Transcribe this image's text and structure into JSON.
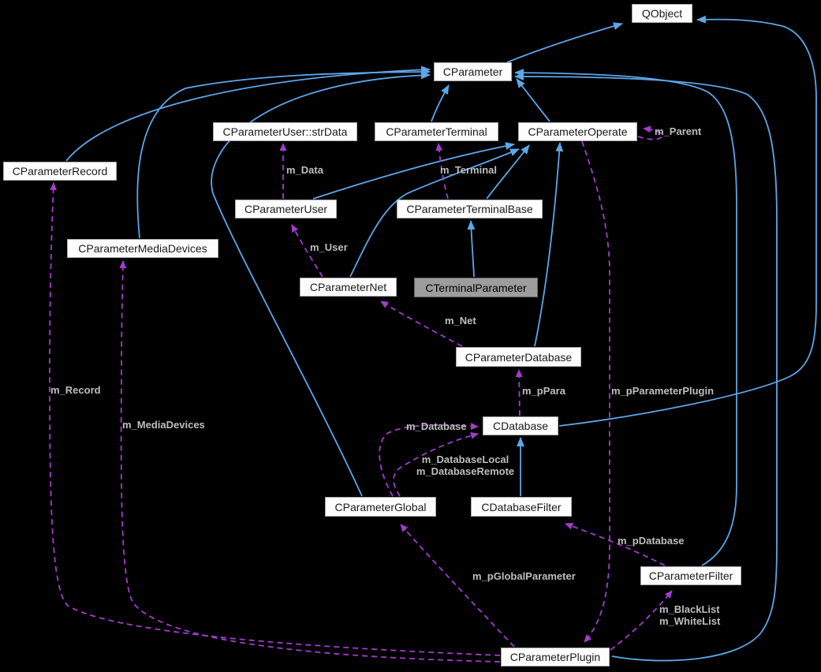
{
  "diagram": {
    "type": "class-collaboration-graph",
    "focus_node": "CTerminalParameter",
    "colors": {
      "background": "#000000",
      "node_fill": "#fdfdfd",
      "node_border": "#a9a9a9",
      "node_text": "#1a1a1a",
      "focus_fill": "#9d9d9d",
      "focus_border": "#646464",
      "inheritance_edge": "#5ca6e9",
      "usage_edge": "#a23ccb",
      "edge_label_text": "#bebebe"
    },
    "nodes": {
      "qobject": {
        "label": "QObject"
      },
      "cparameter": {
        "label": "CParameter"
      },
      "strdata": {
        "label": "CParameterUser::strData"
      },
      "cparameterterminal": {
        "label": "CParameterTerminal"
      },
      "cparameteroperate": {
        "label": "CParameterOperate"
      },
      "cparameterrecord": {
        "label": "CParameterRecord"
      },
      "cparameteruser": {
        "label": "CParameterUser"
      },
      "cparameterterminalbase": {
        "label": "CParameterTerminalBase"
      },
      "cparametermediadevices": {
        "label": "CParameterMediaDevices"
      },
      "cparameternet": {
        "label": "CParameterNet"
      },
      "cterminalparameter": {
        "label": "CTerminalParameter",
        "highlighted": true
      },
      "cparameterdatabase": {
        "label": "CParameterDatabase"
      },
      "cdatabase": {
        "label": "CDatabase"
      },
      "cparameterglobal": {
        "label": "CParameterGlobal"
      },
      "cdatabasefilter": {
        "label": "CDatabaseFilter"
      },
      "cparameterfilter": {
        "label": "CParameterFilter"
      },
      "cparameterplugin": {
        "label": "CParameterPlugin"
      }
    },
    "edge_labels": {
      "m_parent": "m_Parent",
      "m_data": "m_Data",
      "m_terminal": "m_Terminal",
      "m_user": "m_User",
      "m_net": "m_Net",
      "m_record": "m_Record",
      "m_mediadevices": "m_MediaDevices",
      "m_ppara": "m_pPara",
      "m_pparameterplugin": "m_pParameterPlugin",
      "m_database": "m_Database",
      "m_databaselocal": "m_DatabaseLocal",
      "m_databaseremote": "m_DatabaseRemote",
      "m_pdatabase": "m_pDatabase",
      "m_pglobalparameter": "m_pGlobalParameter",
      "m_blacklist": "m_BlackList",
      "m_whitelist": "m_WhiteList"
    },
    "edges": [
      {
        "from": "CParameter",
        "to": "QObject",
        "style": "inheritance"
      },
      {
        "from": "CDatabase",
        "to": "QObject",
        "style": "inheritance"
      },
      {
        "from": "CParameterRecord",
        "to": "CParameter",
        "style": "inheritance"
      },
      {
        "from": "CParameterMediaDevices",
        "to": "CParameter",
        "style": "inheritance"
      },
      {
        "from": "CParameterGlobal",
        "to": "CParameter",
        "style": "inheritance"
      },
      {
        "from": "CParameterTerminal",
        "to": "CParameter",
        "style": "inheritance"
      },
      {
        "from": "CParameterOperate",
        "to": "CParameter",
        "style": "inheritance"
      },
      {
        "from": "CParameterFilter",
        "to": "CParameter",
        "style": "inheritance"
      },
      {
        "from": "CParameterPlugin",
        "to": "CParameter",
        "style": "inheritance"
      },
      {
        "from": "CParameterUser",
        "to": "CParameterOperate",
        "style": "inheritance"
      },
      {
        "from": "CParameterNet",
        "to": "CParameterOperate",
        "style": "inheritance"
      },
      {
        "from": "CParameterTerminalBase",
        "to": "CParameterOperate",
        "style": "inheritance"
      },
      {
        "from": "CParameterDatabase",
        "to": "CParameterOperate",
        "style": "inheritance"
      },
      {
        "from": "CTerminalParameter",
        "to": "CParameterTerminalBase",
        "style": "inheritance"
      },
      {
        "from": "CDatabaseFilter",
        "to": "CDatabase",
        "style": "inheritance"
      },
      {
        "from": "CParameterUser",
        "to": "CParameterUser::strData",
        "style": "usage",
        "label": "m_Data"
      },
      {
        "from": "CParameterTerminalBase",
        "to": "CParameterTerminal",
        "style": "usage",
        "label": "m_Terminal"
      },
      {
        "from": "CParameterOperate",
        "to": "CParameterOperate",
        "style": "usage",
        "label": "m_Parent"
      },
      {
        "from": "CParameterNet",
        "to": "CParameterUser",
        "style": "usage",
        "label": "m_User"
      },
      {
        "from": "CParameterDatabase",
        "to": "CParameterNet",
        "style": "usage",
        "label": "m_Net"
      },
      {
        "from": "CDatabase",
        "to": "CParameterDatabase",
        "style": "usage",
        "label": "m_pPara"
      },
      {
        "from": "CParameterOperate",
        "to": "CParameterPlugin",
        "style": "usage",
        "label": "m_pParameterPlugin"
      },
      {
        "from": "CParameterGlobal",
        "to": "CDatabase",
        "style": "usage",
        "label": "m_Database"
      },
      {
        "from": "CParameterGlobal",
        "to": "CDatabase",
        "style": "usage",
        "label": "m_DatabaseLocal\nm_DatabaseRemote"
      },
      {
        "from": "CParameterPlugin",
        "to": "CParameterGlobal",
        "style": "usage",
        "label": "m_pGlobalParameter"
      },
      {
        "from": "CParameterPlugin",
        "to": "CParameterRecord",
        "style": "usage",
        "label": "m_Record"
      },
      {
        "from": "CParameterPlugin",
        "to": "CParameterMediaDevices",
        "style": "usage",
        "label": "m_MediaDevices"
      },
      {
        "from": "CParameterFilter",
        "to": "CDatabaseFilter",
        "style": "usage",
        "label": "m_pDatabase"
      },
      {
        "from": "CParameterPlugin",
        "to": "CParameterFilter",
        "style": "usage",
        "label": "m_BlackList\nm_WhiteList"
      }
    ]
  }
}
